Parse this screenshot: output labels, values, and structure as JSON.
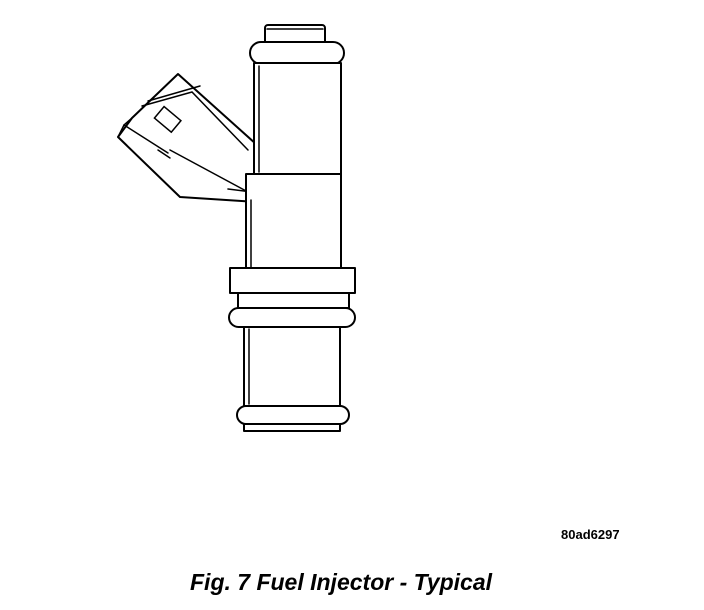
{
  "figure": {
    "subject": "fuel-injector",
    "reference_code": "80ad6297",
    "caption": "Fig. 7 Fuel Injector - Typical"
  }
}
